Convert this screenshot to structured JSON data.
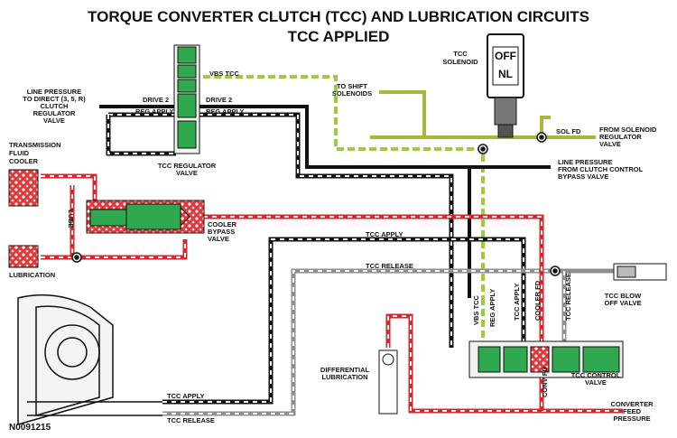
{
  "title": {
    "line1": "TORQUE CONVERTER CLUTCH (TCC) AND LUBRICATION CIRCUITS",
    "line2": "TCC APPLIED"
  },
  "figure_id": "N0091215",
  "labels": {
    "vbs_tcc": "VBS TCC",
    "line_pressure_direct": [
      "LINE PRESSURE",
      "TO DIRECT (3, 5, R)",
      "CLUTCH",
      "REGULATOR",
      "VALVE"
    ],
    "drive2_left": "DRIVE 2",
    "drive2_right": "DRIVE 2",
    "reg_apply_left": "REG APPLY",
    "reg_apply_right": "REG APPLY",
    "tcc_regulator_valve": [
      "TCC REGULATOR",
      "VALVE"
    ],
    "transmission_fluid_cooler": [
      "TRANSMISSION",
      "FLUID",
      "COOLER"
    ],
    "lube": "LUBE",
    "lubrication": "LUBRICATION",
    "cooler_bypass_valve": [
      "COOLER",
      "BYPASS",
      "VALVE"
    ],
    "to_shift_solenoids": [
      "TO SHIFT",
      "SOLENOIDS"
    ],
    "tcc_solenoid": [
      "TCC",
      "SOLENOID"
    ],
    "solenoid_off": "OFF",
    "solenoid_nl": "NL",
    "sol_fd": "SOL FD",
    "from_solenoid_regulator_valve": [
      "FROM SOLENOID",
      "REGULATOR",
      "VALVE"
    ],
    "line_pressure_from_clutch": [
      "LINE PRESSURE",
      "FROM CLUTCH CONTROL",
      "BYPASS VALVE"
    ],
    "tcc_apply_mid": "TCC APPLY",
    "tcc_release_mid": "TCC RELEASE",
    "tcc_blow_off_valve": [
      "TCC BLOW",
      "OFF VALVE"
    ],
    "vbs_tcc_vert": "VBS TCC",
    "reg_apply_vert": "REG APPLY",
    "tcc_apply_vert": "TCC APPLY",
    "cooler_fd_vert": "COOLER FD",
    "tcc_release_vert": "TCC RELEASE",
    "conv_fd_vert": "CONV FD",
    "differential_lubrication": [
      "DIFFERENTIAL",
      "LUBRICATION"
    ],
    "tcc_control_valve": [
      "TCC CONTROL",
      "VALVE"
    ],
    "converter_feed_pressure": [
      "CONVERTER",
      "FEED",
      "PRESSURE"
    ],
    "tcc_apply_bottom": "TCC APPLY",
    "tcc_release_bottom": "TCC RELEASE"
  },
  "colors": {
    "line_pressure": "#111111",
    "vbs_tcc_signal": "#9ccc3c",
    "valve_green": "#2fa84f",
    "cooler_red": "#d8262d",
    "dashed_dark": "#1a1a1a",
    "release_gray": "#9a9a9a",
    "sol_fd_olive": "#a9b83a"
  }
}
